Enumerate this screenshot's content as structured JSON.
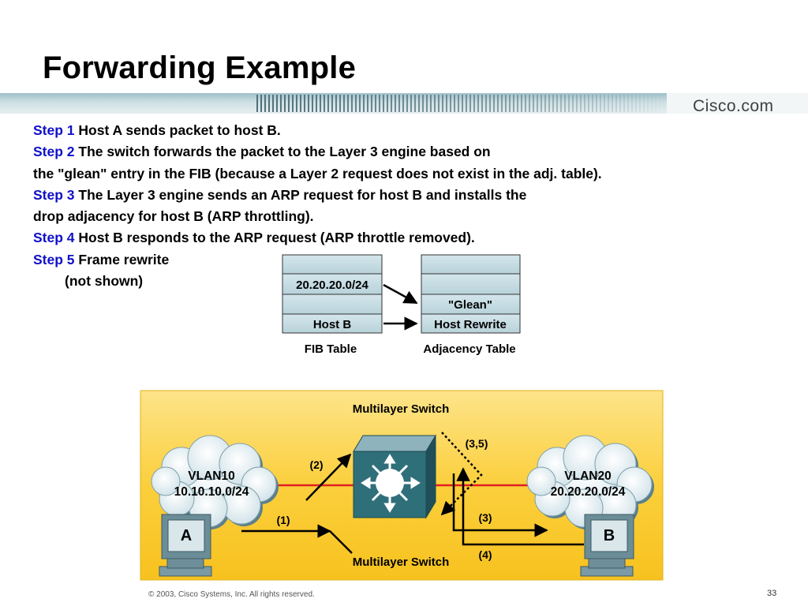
{
  "slide": {
    "title": "Forwarding Example",
    "brand": "Cisco.com",
    "footer": "© 2003, Cisco Systems, Inc. All rights reserved.",
    "page_number": "33"
  },
  "steps": [
    {
      "label": "Step 1",
      "text": "Host A sends packet to host B."
    },
    {
      "label": "Step 2",
      "text": "The switch forwards the packet to the Layer 3 engine based on",
      "continuation": "the \"glean\" entry in the FIB (because a Layer 2 request does not exist in the adj. table)."
    },
    {
      "label": "Step 3",
      "text": "The Layer 3 engine sends an ARP request for host B and installs the",
      "continuation": "drop adjacency for host B (ARP throttling)."
    },
    {
      "label": "Step 4",
      "text": "Host B responds to the ARP request (ARP throttle removed)."
    },
    {
      "label": "Step 5",
      "text": "Frame rewrite",
      "continuation": "(not shown)"
    }
  ],
  "tables": {
    "fib": {
      "rows": [
        "",
        "20.20.20.0/24",
        "",
        "Host B"
      ],
      "caption": "FIB Table"
    },
    "adjacency": {
      "rows": [
        "",
        "",
        "\"Glean\"",
        "Host Rewrite"
      ],
      "caption": "Adjacency Table"
    }
  },
  "network": {
    "top_label": "Multilayer Switch",
    "bottom_label": "Multilayer Switch",
    "vlan_left": {
      "name": "VLAN10",
      "subnet": "10.10.10.0/24"
    },
    "vlan_right": {
      "name": "VLAN20",
      "subnet": "20.20.20.0/24"
    },
    "host_left": "A",
    "host_right": "B",
    "arrow_labels": {
      "s1": "(1)",
      "s2": "(2)",
      "s35": "(3,5)",
      "s3": "(3)",
      "s4": "(4)"
    }
  },
  "colors": {
    "step_label": "#1010c8",
    "table_fill": "#c6dde4",
    "panel_fill": "#fbd04a",
    "link_red": "#e02020",
    "switch_fill": "#2f6f7a"
  }
}
